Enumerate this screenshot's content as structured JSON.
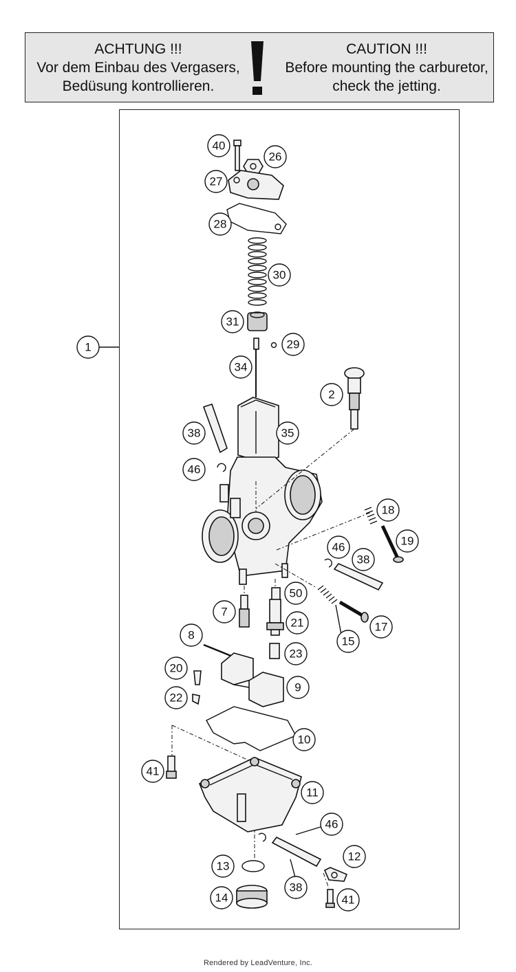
{
  "banner": {
    "de_lines": [
      "ACHTUNG !!!",
      "Vor dem Einbau des Vergasers,",
      "Bedüsung kontrollieren."
    ],
    "en_lines": [
      "CAUTION !!!",
      "Before mounting the carburetor,",
      "check the jetting."
    ],
    "icon": "exclamation-mark-icon"
  },
  "callouts": {
    "c1": "1",
    "c2": "2",
    "c7": "7",
    "c8": "8",
    "c9": "9",
    "c10": "10",
    "c11": "11",
    "c12": "12",
    "c13": "13",
    "c14": "14",
    "c15": "15",
    "c17": "17",
    "c18": "18",
    "c19": "19",
    "c20": "20",
    "c21": "21",
    "c22": "22",
    "c23": "23",
    "c26": "26",
    "c27": "27",
    "c28": "28",
    "c29": "29",
    "c30": "30",
    "c31": "31",
    "c34": "34",
    "c35": "35",
    "c38a": "38",
    "c38b": "38",
    "c38c": "38",
    "c40": "40",
    "c41a": "41",
    "c41b": "41",
    "c46a": "46",
    "c46b": "46",
    "c46c": "46",
    "c50": "50"
  },
  "footer": "Rendered by LeadVenture, Inc."
}
